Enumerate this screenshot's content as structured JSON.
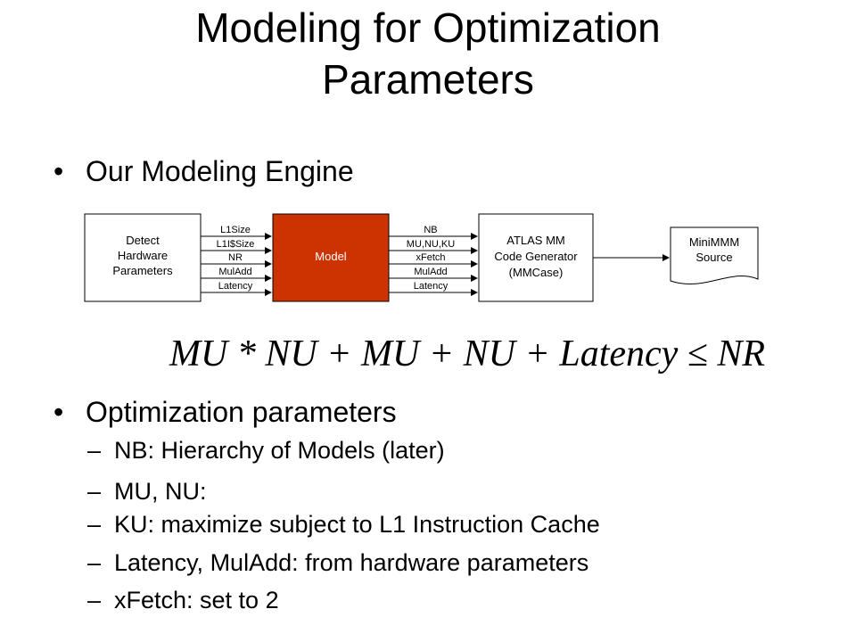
{
  "slide": {
    "title_line1": "Modeling for Optimization",
    "title_line2": "Parameters",
    "bullet1": "Our Modeling Engine",
    "bullet2": "Optimization parameters",
    "bullet_glyph": "•",
    "dash_glyph": "–",
    "sub_items": [
      "NB: Hierarchy of Models (later)",
      "MU, NU:",
      "KU: maximize subject to L1 Instruction Cache",
      "Latency, MulAdd: from hardware parameters",
      "xFetch: set to 2"
    ]
  },
  "diagram": {
    "detect_box": [
      "Detect",
      "Hardware",
      "Parameters"
    ],
    "model_box": "Model",
    "atlas_box": [
      "ATLAS MM",
      "Code Generator",
      "(MMCase)"
    ],
    "source_doc": [
      "MiniMMM",
      "Source"
    ],
    "inputs": [
      "L1Size",
      "L1I$Size",
      "NR",
      "MulAdd",
      "Latency"
    ],
    "outputs": [
      "NB",
      "MU,NU,KU",
      "xFetch",
      "MulAdd",
      "Latency"
    ],
    "model_color": "#cc3300"
  },
  "equation": "MU * NU + MU + NU + Latency ≤ NR"
}
